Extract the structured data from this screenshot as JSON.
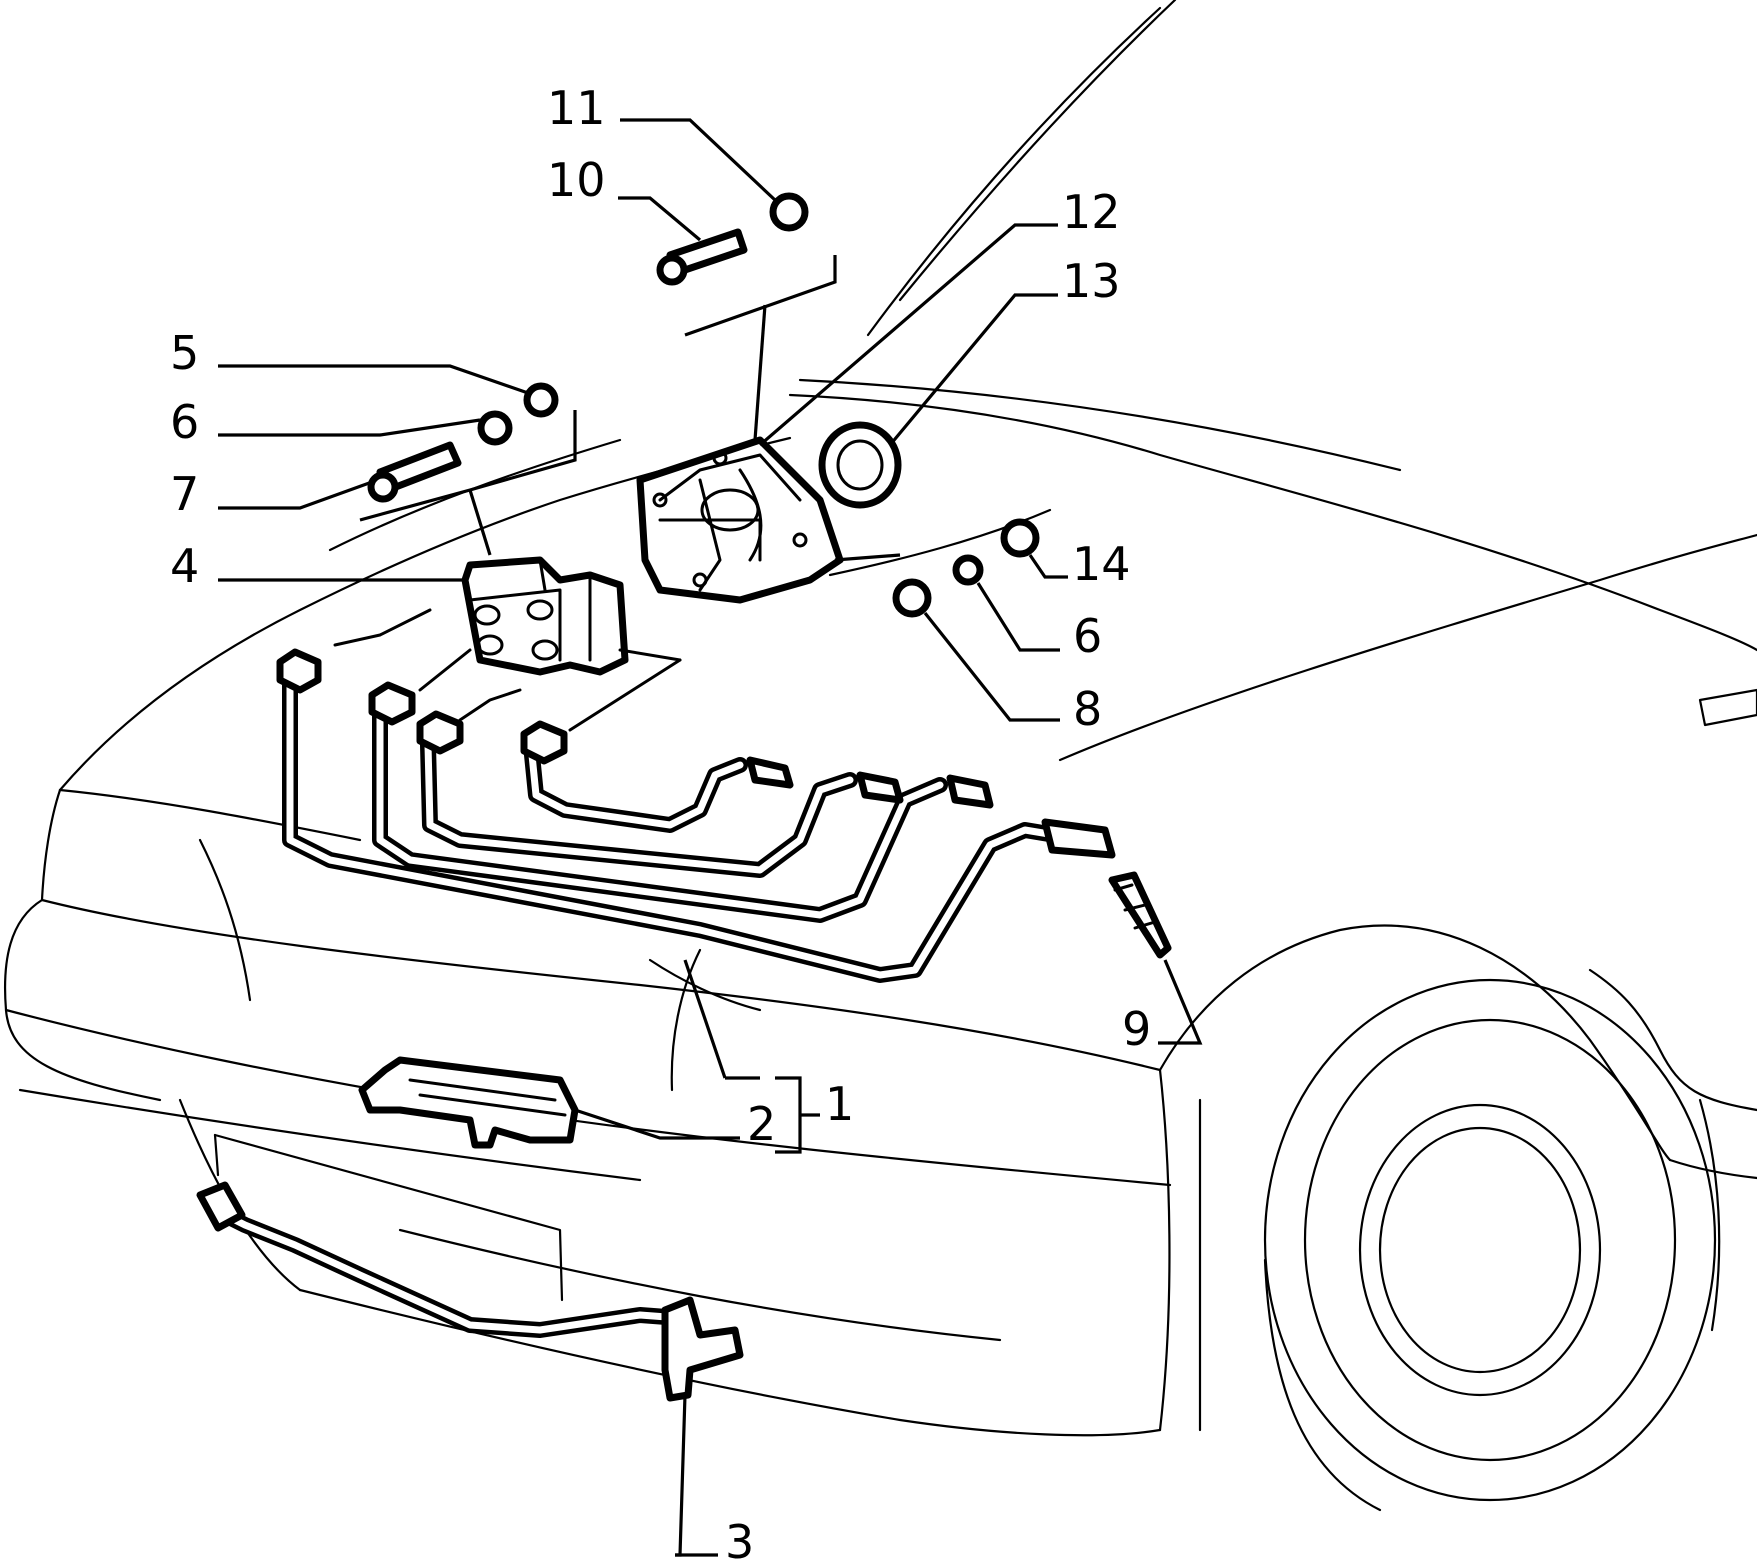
{
  "diagram": {
    "callouts": [
      {
        "id": "c11",
        "label": "11"
      },
      {
        "id": "c10",
        "label": "10"
      },
      {
        "id": "c12",
        "label": "12"
      },
      {
        "id": "c13",
        "label": "13"
      },
      {
        "id": "c5",
        "label": "5"
      },
      {
        "id": "c6a",
        "label": "6"
      },
      {
        "id": "c7",
        "label": "7"
      },
      {
        "id": "c4",
        "label": "4"
      },
      {
        "id": "c14",
        "label": "14"
      },
      {
        "id": "c6b",
        "label": "6"
      },
      {
        "id": "c8",
        "label": "8"
      },
      {
        "id": "c9",
        "label": "9"
      },
      {
        "id": "c2",
        "label": "2"
      },
      {
        "id": "c1",
        "label": "1"
      },
      {
        "id": "c3",
        "label": "3"
      }
    ]
  }
}
